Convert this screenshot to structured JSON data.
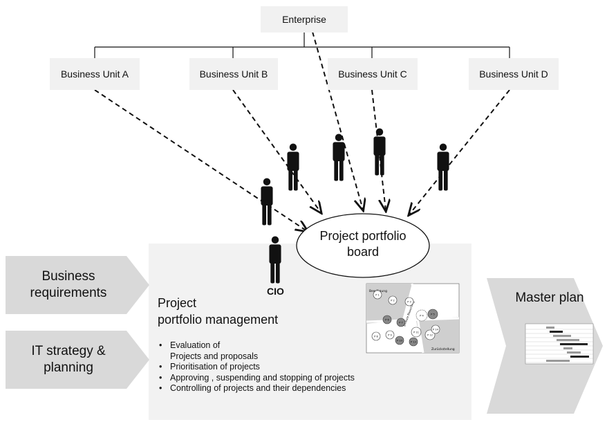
{
  "enterprise": "Enterprise",
  "business_units": [
    "Business Unit A",
    "Business Unit B",
    "Business Unit C",
    "Business Unit D"
  ],
  "board": {
    "line1": "Project portfolio",
    "line2": "board"
  },
  "cio": "CIO",
  "inputs": [
    {
      "line1": "Business",
      "line2": "requirements"
    },
    {
      "line1": "IT strategy &",
      "line2": "planning"
    }
  ],
  "ppm": {
    "title_line1": "Project",
    "title_line2": "portfolio management",
    "activities": [
      "Evaluation of",
      "Projects and proposals",
      "Prioritisation of projects",
      "Approving , suspending and stopping of projects",
      "Controlling of projects and their dependencies"
    ]
  },
  "output": {
    "label": "Master plan"
  },
  "matrix": {
    "labels": {
      "q1": "Bewilligung",
      "q2": "Zurückstellung",
      "diag": "Erneute Bewertung"
    },
    "bubbles": [
      "P 1",
      "P 2",
      "P 3",
      "P 4",
      "P 5",
      "P 6",
      "P 7",
      "P 8",
      "P 9",
      "P 10",
      "P 11",
      "P 12",
      "P 13",
      "P 14"
    ]
  },
  "colors": {
    "panel": "#f2f2f2",
    "box": "#f1f1f1",
    "arrow_shape": "#d9d9d9",
    "figure": "#111111"
  }
}
